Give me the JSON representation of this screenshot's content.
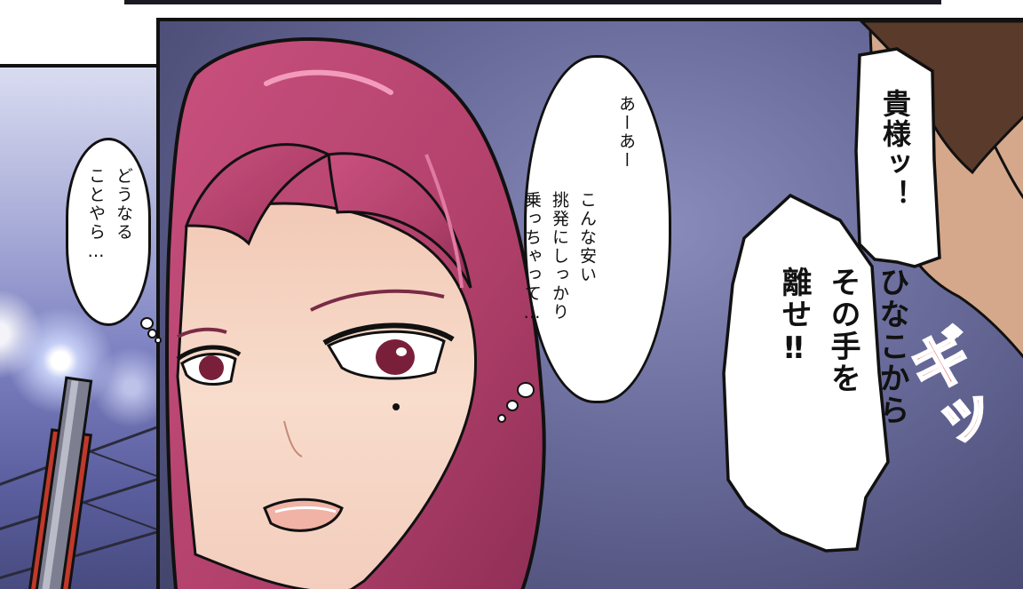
{
  "panels": {
    "left_bubble": {
      "lines": [
        "どうなる",
        "ことやら…"
      ]
    },
    "thought_bubble": {
      "col1": "あーあー",
      "lines": [
        "こんな安い",
        "挑発にしっかり",
        "乗っちゃって…"
      ]
    },
    "shout_top": {
      "lines": [
        "貴様ッ",
        "！"
      ]
    },
    "shout_bottom": {
      "lines": [
        "ひなこから",
        "その手を",
        "離せ‼"
      ]
    },
    "sound_effect": "ギッ"
  },
  "colors": {
    "hair": "#b0406a",
    "skin": "#f7d8c8",
    "background": "#51527c",
    "ring_post": "#c0392b"
  }
}
